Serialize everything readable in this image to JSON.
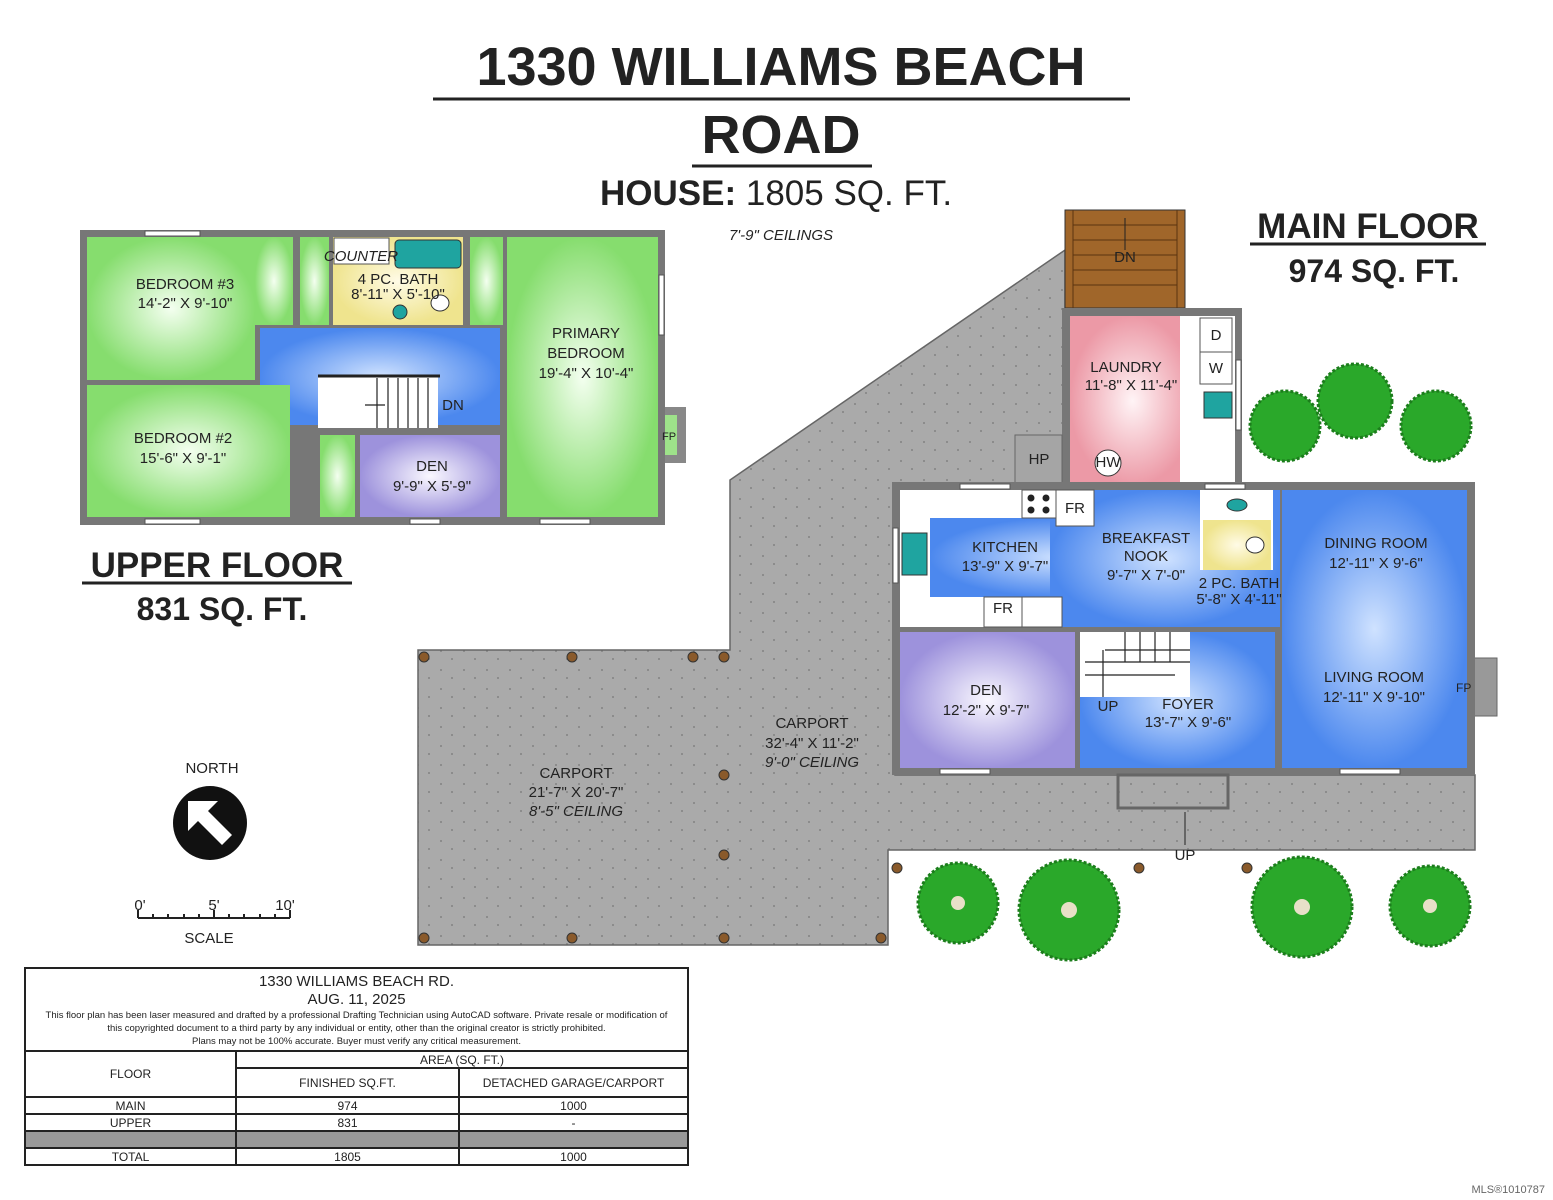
{
  "title": {
    "line1": "1330 WILLIAMS BEACH",
    "line2": "ROAD",
    "house_label": "HOUSE:",
    "house_area": "1805 SQ. FT.",
    "ceilings": "7'-9\" CEILINGS"
  },
  "upper_floor": {
    "heading": "UPPER FLOOR",
    "area": "831 SQ. FT.",
    "rooms": {
      "bedroom3": {
        "name": "BEDROOM #3",
        "size": "14'-2\" X 9'-10\""
      },
      "bath4": {
        "name": "4 PC. BATH",
        "size": "8'-11\" X 5'-10\"",
        "counter": "COUNTER"
      },
      "primary": {
        "name1": "PRIMARY",
        "name2": "BEDROOM",
        "size": "19'-4\" X 10'-4\""
      },
      "bedroom2": {
        "name": "BEDROOM #2",
        "size": "15'-6\" X 9'-1\""
      },
      "den": {
        "name": "DEN",
        "size": "9'-9\" X 5'-9\""
      },
      "stairs": "DN",
      "fireplace": "FP"
    }
  },
  "main_floor": {
    "heading": "MAIN FLOOR",
    "area": "974 SQ. FT.",
    "rooms": {
      "laundry": {
        "name": "LAUNDRY",
        "size": "11'-8\" X 11'-4\"",
        "dryer": "D",
        "washer": "W",
        "hot_water": "HW"
      },
      "heat_pump": "HP",
      "kitchen": {
        "name": "KITCHEN",
        "size": "13'-9\" X 9'-7\"",
        "fridge": "FR",
        "fridge2": "FR"
      },
      "nook": {
        "name1": "BREAKFAST",
        "name2": "NOOK",
        "size": "9'-7\" X 7'-0\""
      },
      "bath2": {
        "name": "2 PC. BATH",
        "size": "5'-8\" X 4'-11\""
      },
      "dining": {
        "name": "DINING ROOM",
        "size": "12'-11\" X 9'-6\""
      },
      "living": {
        "name": "LIVING ROOM",
        "size": "12'-11\" X 9'-10\"",
        "fireplace": "FP"
      },
      "den": {
        "name": "DEN",
        "size": "12'-2\" X 9'-7\""
      },
      "foyer": {
        "name": "FOYER",
        "size": "13'-7\" X 9'-6\"",
        "stairs_up": "UP"
      },
      "deck_stairs": "DN",
      "entry": "UP"
    }
  },
  "carports": [
    {
      "name": "CARPORT",
      "size": "21'-7\" X 20'-7\"",
      "ceiling": "8'-5\" CEILING"
    },
    {
      "name": "CARPORT",
      "size": "32'-4\" X 11'-2\"",
      "ceiling": "9'-0\" CEILING"
    }
  ],
  "north": {
    "label": "NORTH"
  },
  "scale": {
    "ticks": [
      "0'",
      "5'",
      "10'"
    ],
    "label": "SCALE"
  },
  "info_table": {
    "address": "1330 WILLIAMS BEACH RD.",
    "date": "AUG. 11, 2025",
    "disclaimer1": "This floor plan has been laser measured and drafted by a professional Drafting Technician using AutoCAD software. Private resale or modification of",
    "disclaimer2": "this copyrighted document to a third party by any individual or entity, other than the original creator is strictly prohibited.",
    "disclaimer3": "Plans may not be 100% accurate.  Buyer must verify any critical measurement.",
    "col_floor": "FLOOR",
    "col_area": "AREA (SQ. FT.)",
    "col_finished": "FINISHED SQ.FT.",
    "col_garage": "DETACHED GARAGE/CARPORT",
    "rows": [
      {
        "floor": "MAIN",
        "finished": "974",
        "garage": "1000"
      },
      {
        "floor": "UPPER",
        "finished": "831",
        "garage": "-"
      }
    ],
    "total": {
      "floor": "TOTAL",
      "finished": "1805",
      "garage": "1000"
    }
  },
  "watermark": "MLS®1010787",
  "colors": {
    "bedroom": "#8fe07a",
    "hall": "#4f8ef0",
    "den": "#a9a0e0",
    "bath": "#f5eea0",
    "laundry": "#f0a0ac",
    "carport": "#a9a9a9",
    "deck": "#a0662a",
    "tree": "#28a82a",
    "wall": "#777777"
  }
}
